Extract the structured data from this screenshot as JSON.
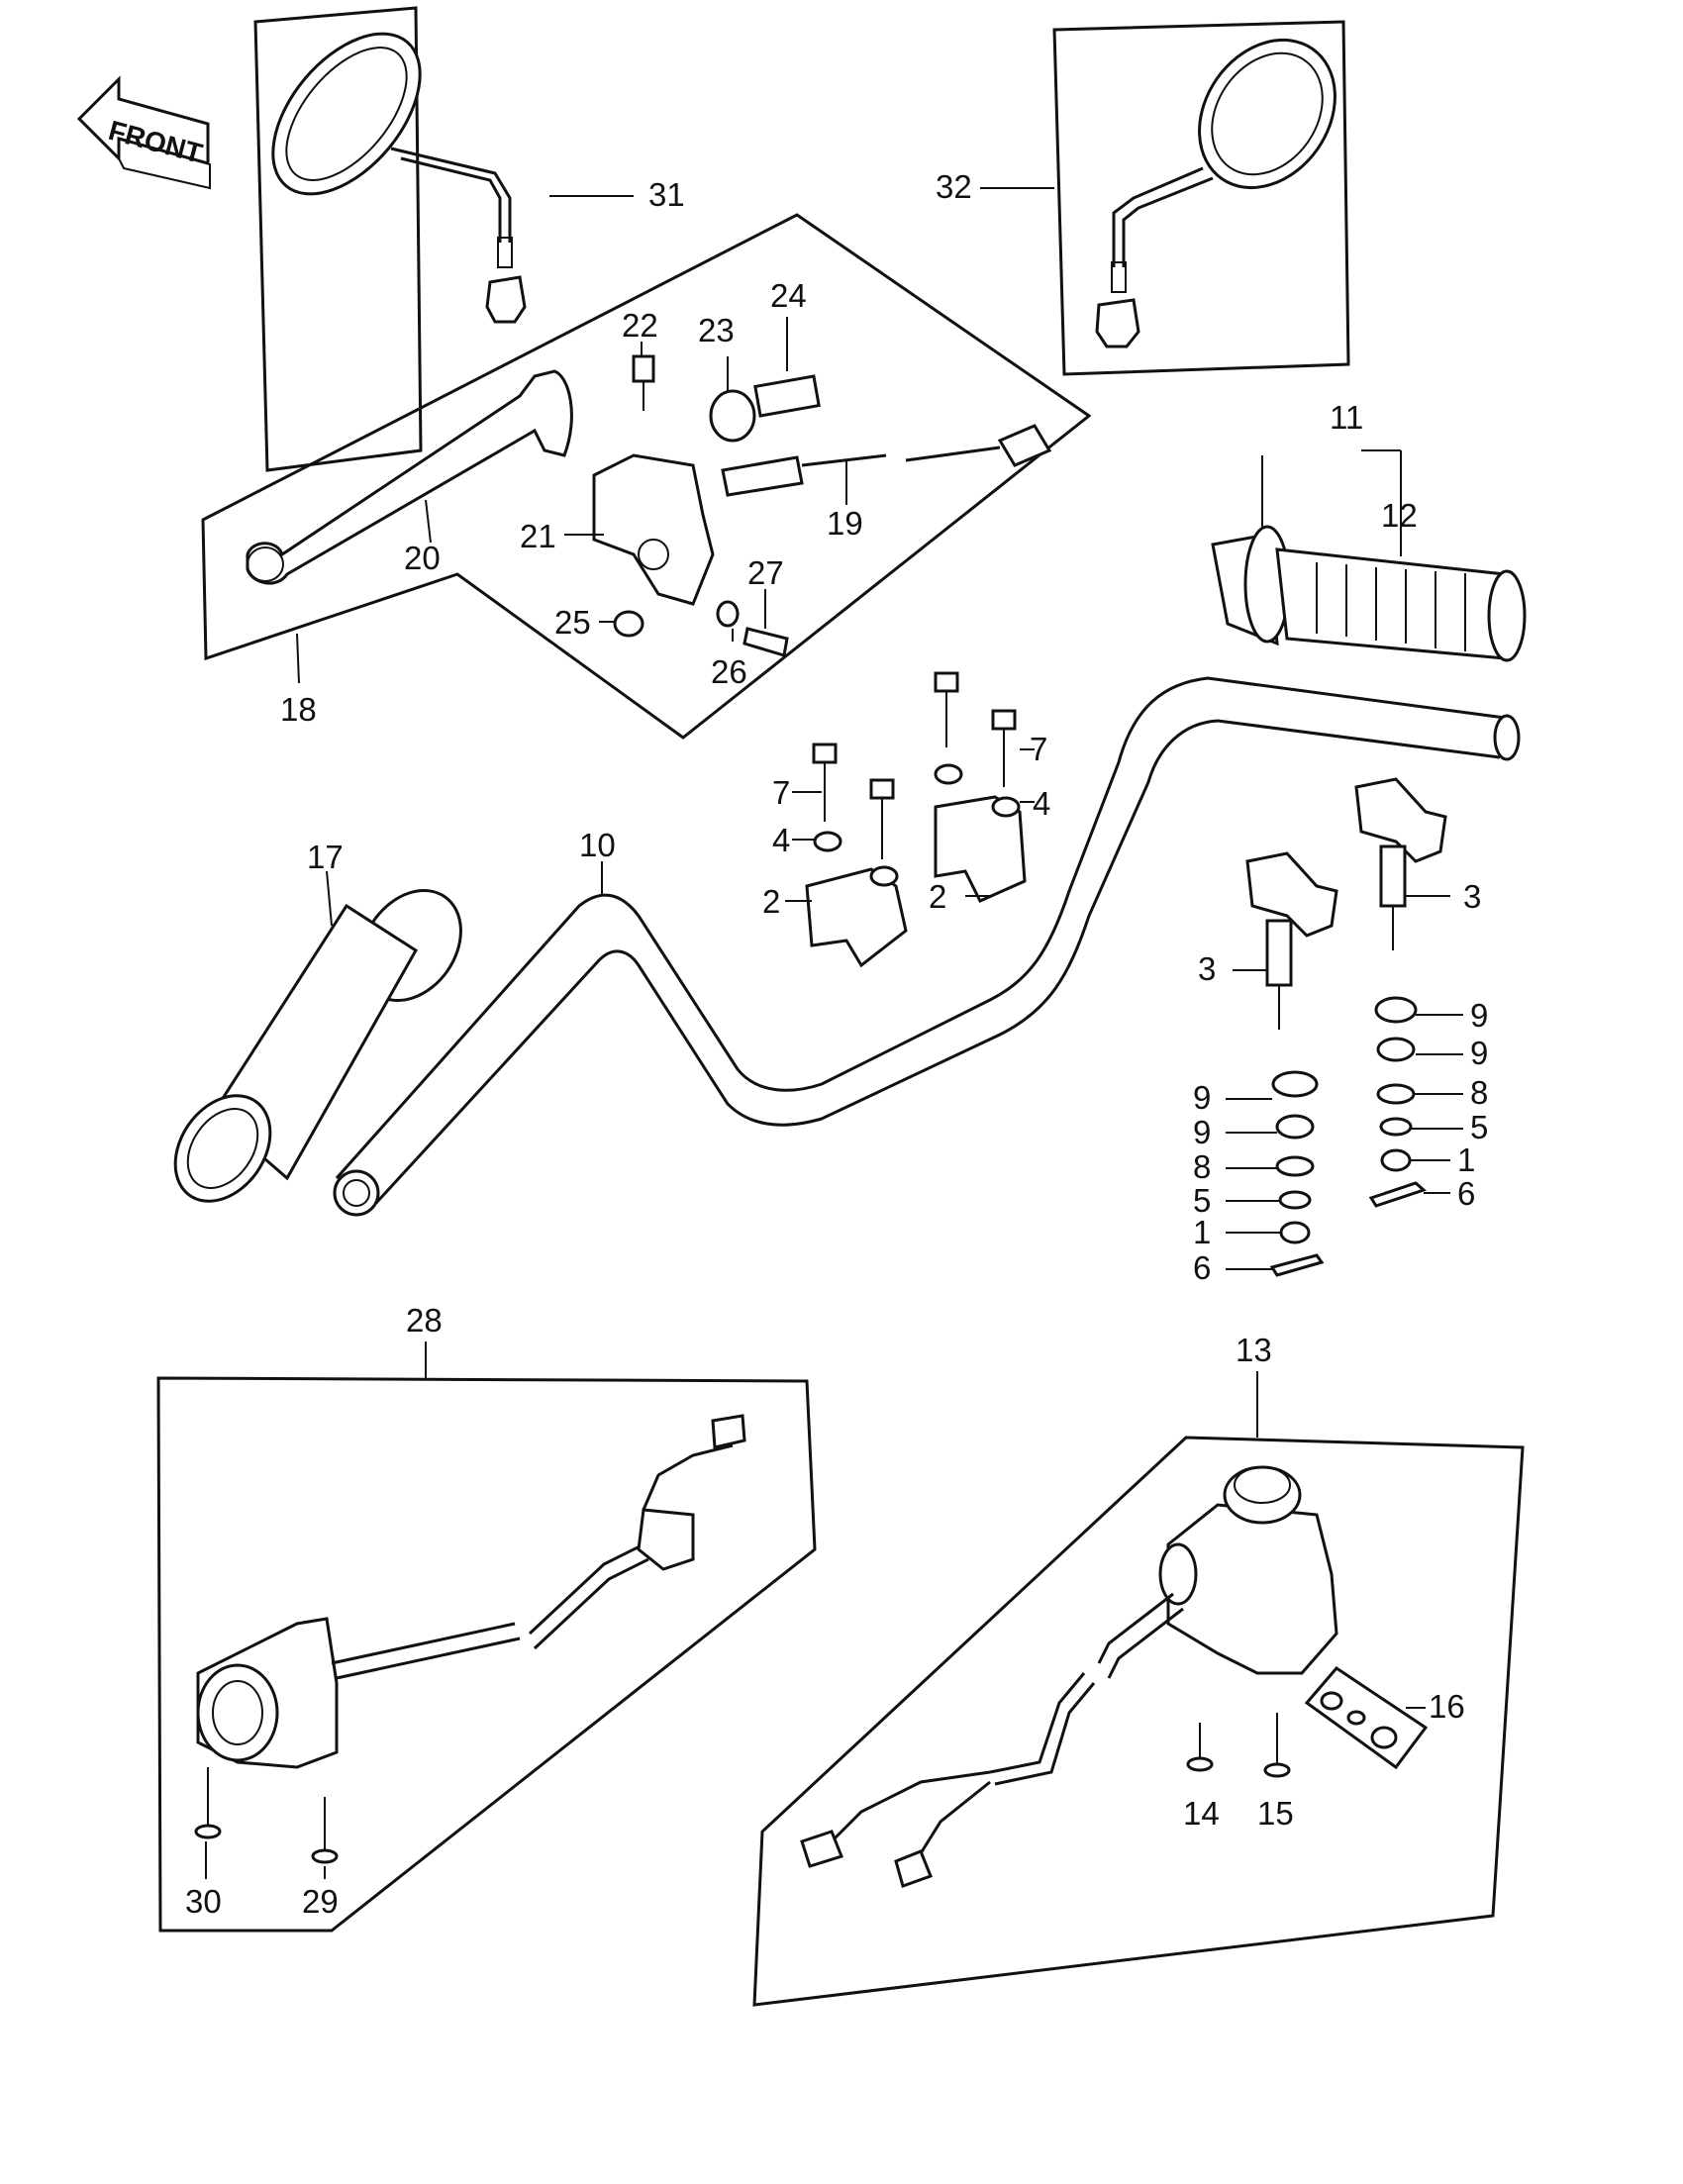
{
  "front_arrow_label": "FRONT",
  "callouts": [
    {
      "id": "31",
      "text": "31"
    },
    {
      "id": "32",
      "text": "32"
    },
    {
      "id": "22",
      "text": "22"
    },
    {
      "id": "23",
      "text": "23"
    },
    {
      "id": "24",
      "text": "24"
    },
    {
      "id": "21",
      "text": "21"
    },
    {
      "id": "19",
      "text": "19"
    },
    {
      "id": "20",
      "text": "20"
    },
    {
      "id": "27",
      "text": "27"
    },
    {
      "id": "25",
      "text": "25"
    },
    {
      "id": "26",
      "text": "26"
    },
    {
      "id": "18",
      "text": "18"
    },
    {
      "id": "11",
      "text": "11"
    },
    {
      "id": "12",
      "text": "12"
    },
    {
      "id": "7a",
      "text": "7"
    },
    {
      "id": "7b",
      "text": "7"
    },
    {
      "id": "4a",
      "text": "4"
    },
    {
      "id": "4b",
      "text": "4"
    },
    {
      "id": "2a",
      "text": "2"
    },
    {
      "id": "2b",
      "text": "2"
    },
    {
      "id": "17",
      "text": "17"
    },
    {
      "id": "10",
      "text": "10"
    },
    {
      "id": "3a",
      "text": "3"
    },
    {
      "id": "3b",
      "text": "3"
    },
    {
      "id": "9a",
      "text": "9"
    },
    {
      "id": "9b",
      "text": "9"
    },
    {
      "id": "8a",
      "text": "8"
    },
    {
      "id": "5a",
      "text": "5"
    },
    {
      "id": "1a",
      "text": "1"
    },
    {
      "id": "6a",
      "text": "6"
    },
    {
      "id": "9c",
      "text": "9"
    },
    {
      "id": "9d",
      "text": "9"
    },
    {
      "id": "8b",
      "text": "8"
    },
    {
      "id": "5b",
      "text": "5"
    },
    {
      "id": "1b",
      "text": "1"
    },
    {
      "id": "6b",
      "text": "6"
    },
    {
      "id": "28",
      "text": "28"
    },
    {
      "id": "13",
      "text": "13"
    },
    {
      "id": "16",
      "text": "16"
    },
    {
      "id": "14",
      "text": "14"
    },
    {
      "id": "15",
      "text": "15"
    },
    {
      "id": "30",
      "text": "30"
    },
    {
      "id": "29",
      "text": "29"
    }
  ]
}
